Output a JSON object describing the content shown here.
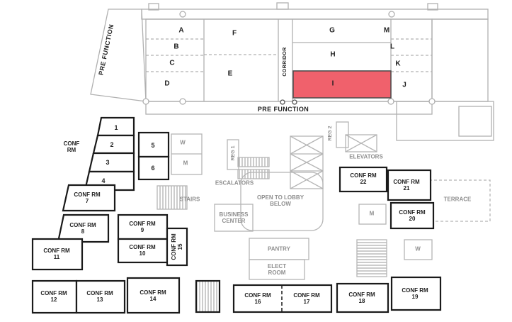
{
  "plan": {
    "background": "#ffffff",
    "wall_gray": "#b0b0b0",
    "wall_black": "#1a1a1a"
  },
  "ballroom": {
    "pre_function_left": "PRE FUNCTION",
    "pre_function_bottom": "PRE FUNCTION",
    "corridor": "CORRIDOR",
    "highlighted_section": "I",
    "highlight_color": "#f0616c",
    "sections": {
      "a": "A",
      "b": "B",
      "c": "C",
      "d": "D",
      "e": "E",
      "f": "F",
      "g": "G",
      "h": "H",
      "i": "I",
      "j": "J",
      "k": "K",
      "l": "L",
      "m": "M"
    }
  },
  "rooms": {
    "conf_rm_label": "CONF RM",
    "n1": "1",
    "n2": "2",
    "n3": "3",
    "n4": "4",
    "n5": "5",
    "n6": "6",
    "rm7": "CONF RM 7",
    "rm8": "CONF RM 8",
    "rm9": "CONF RM 9",
    "rm10": "CONF RM 10",
    "rm11": "CONF RM 11",
    "rm12": "CONF RM 12",
    "rm13": "CONF RM 13",
    "rm14": "CONF RM 14",
    "rm15": "CONF RM 15",
    "rm16": "CONF RM 16",
    "rm17": "CONF RM 17",
    "rm18": "CONF RM 18",
    "rm19": "CONF RM 19",
    "rm20": "CONF RM 20",
    "rm21": "CONF RM 21",
    "rm22": "CONF RM 22"
  },
  "facilities": {
    "w_left": "W",
    "m_left": "M",
    "reg1": "REG 1",
    "reg2": "REG 2",
    "elevators": "ELEVATORS",
    "escalators": "ESCALATORS",
    "stairs": "STAIRS",
    "open_lobby": "OPEN TO LOBBY BELOW",
    "business_center": "BUSINESS CENTER",
    "pantry": "PANTRY",
    "elect_room": "ELECT ROOM",
    "terrace": "TERRACE",
    "m_right": "M",
    "w_right": "W"
  }
}
